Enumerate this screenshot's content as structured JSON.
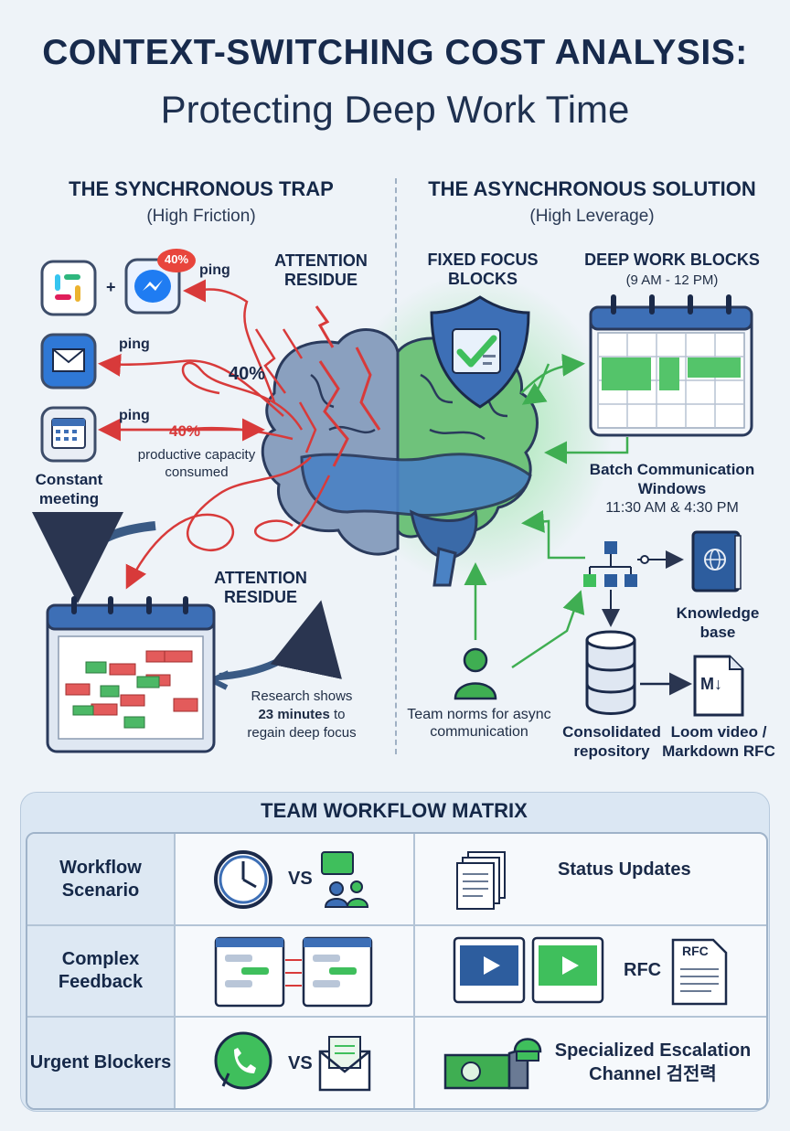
{
  "title": {
    "line1": "CONTEXT-SWITCHING COST ANALYSIS:",
    "line2": "Protecting Deep Work Time"
  },
  "left": {
    "heading": "THE SYNCHRONOUS TRAP",
    "subheading": "(High Friction)",
    "badge": "40%",
    "ping": "ping",
    "attention_residue": "ATTENTION RESIDUE",
    "pct_large": "40%",
    "pct_red": "40%",
    "productive_text": "productive capacity consumed",
    "constant_meeting": "Constant meeting",
    "research_line1": "Research shows",
    "research_bold": "23 minutes",
    "research_to": "to",
    "research_line3": "regain deep focus"
  },
  "right": {
    "heading": "THE ASYNCHRONOUS SOLUTION",
    "subheading": "(High Leverage)",
    "fixed_focus": "FIXED FOCUS BLOCKS",
    "deep_work": "DEEP WORK BLOCKS",
    "deep_work_time": "(9 AM - 12 PM)",
    "batch_title": "Batch Communication Windows",
    "batch_time": "11:30 AM & 4:30 PM",
    "knowledge": "Knowledge base",
    "team_norms": "Team norms for async communication",
    "consolidated": "Consolidated repository",
    "loom": "Loom video / Markdown RFC",
    "md_icon": "M↓"
  },
  "matrix": {
    "title": "TEAM WORKFLOW MATRIX",
    "rows": [
      {
        "label": "Workflow Scenario",
        "vs": "VS",
        "right": "Status Updates"
      },
      {
        "label": "Complex Feedback",
        "right": "RFC",
        "rfc_doc": "RFC"
      },
      {
        "label": "Urgent Blockers",
        "vs": "VS",
        "right": "Specialized Escalation Channel 검전력"
      }
    ]
  },
  "colors": {
    "red": "#d83a3a",
    "green": "#3fbf5c",
    "navy": "#172a4c",
    "blue": "#3d6fb6"
  }
}
